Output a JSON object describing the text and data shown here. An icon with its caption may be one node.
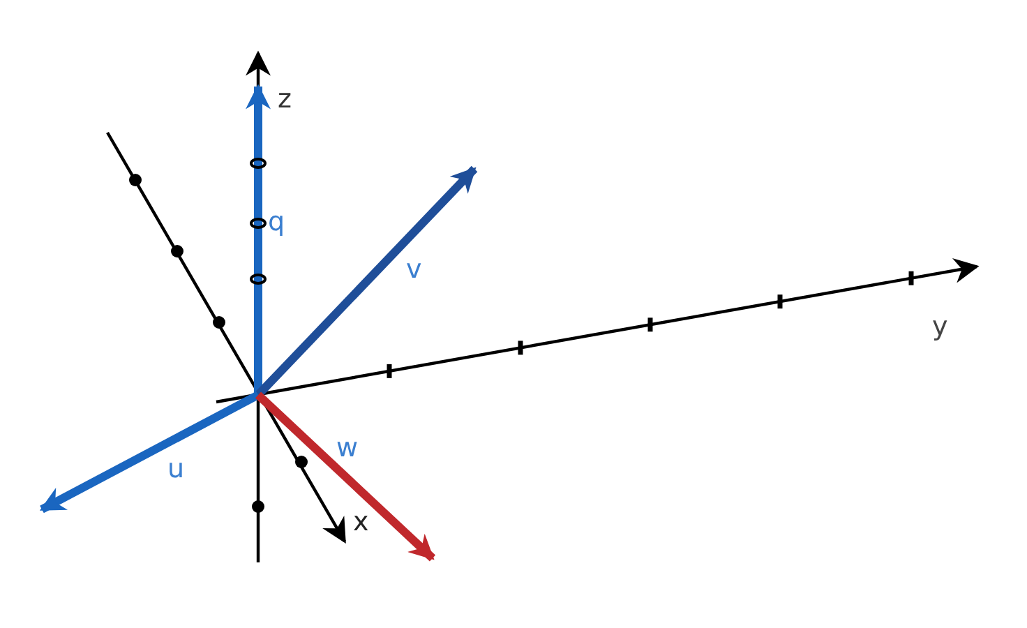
{
  "diagram": {
    "labels": [
      "z",
      "q",
      "v",
      "y",
      "w",
      "u",
      "x"
    ]
  }
}
